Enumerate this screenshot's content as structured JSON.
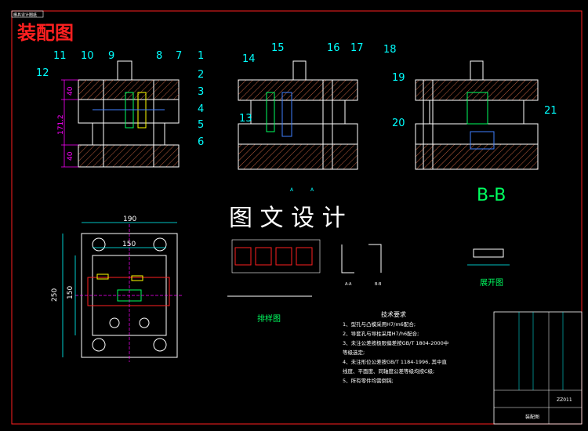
{
  "tab_label": "模具设计图纸",
  "title": "装配图",
  "watermark": "图 文 设 计",
  "section_title": "B-B",
  "left_dims": [
    "40",
    "171.2",
    "40"
  ],
  "plan_dims": {
    "overall_w": "190",
    "inner_w": "150",
    "overall_h": "250",
    "inner_h": "150"
  },
  "callouts": [
    "1",
    "2",
    "3",
    "4",
    "5",
    "6",
    "7",
    "8",
    "9",
    "10",
    "11",
    "12",
    "13",
    "14",
    "15",
    "16",
    "17",
    "18",
    "19",
    "20",
    "21"
  ],
  "section_mark_a": "A",
  "section_mark_b": "A",
  "layout_label": "排样图",
  "part_label_left": "A-A",
  "part_label_right": "B-B",
  "unfold_label": "展开图",
  "tech_req": {
    "heading": "技术要求",
    "items": [
      "1、型孔与凸模采用H7/m6配合;",
      "2、导套孔与导柱采用H7/h6配合;",
      "3、未注公差按极限偏差按GB/T 1804-2000中",
      "   等级选定;",
      "4、未注形位公差按GB/T 1184-1996, 其中直",
      "   线度、平面度、同轴度公差等级均按C级;",
      "5、所有零件均需倒钝;"
    ]
  },
  "title_block": {
    "name": "装配图",
    "code": "ZZ011"
  },
  "colors": {
    "frame": "#ff2020",
    "line": "#ffffff",
    "dim": "#ff00ff",
    "callout": "#00ffff",
    "accent": "#00ff60",
    "hatch": "#c06040",
    "blue": "#4080ff",
    "yellow": "#ffff00"
  }
}
